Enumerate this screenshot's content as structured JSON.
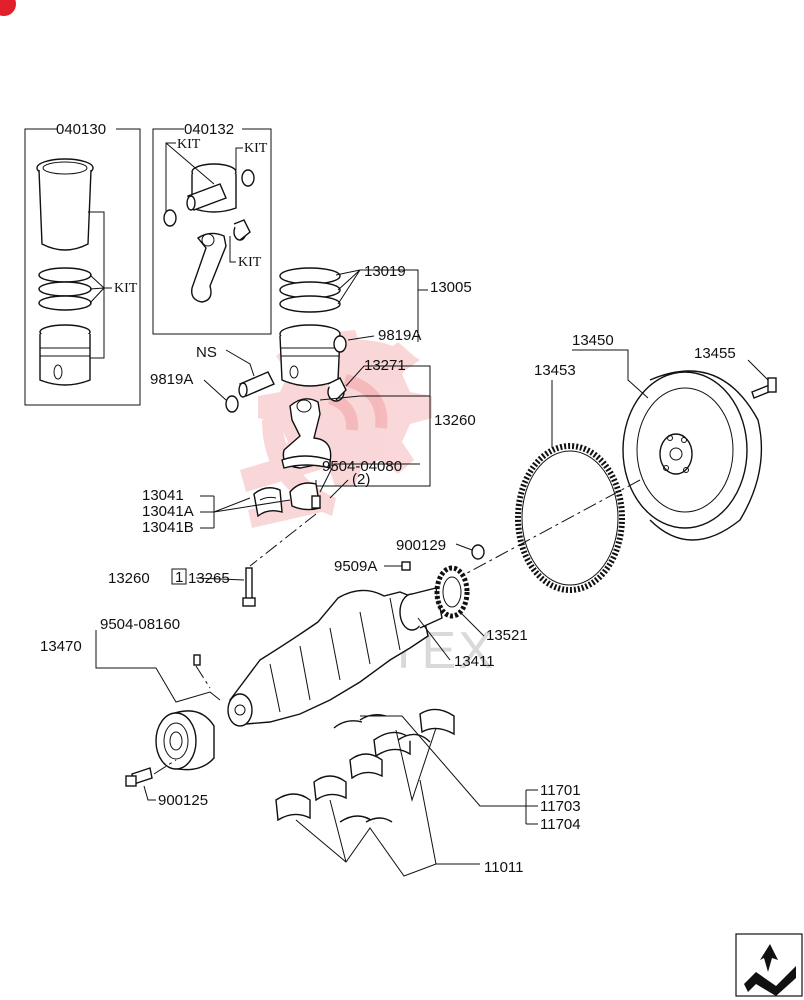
{
  "watermark": "MOTEX",
  "labels": {
    "p040130": "040130",
    "p040132": "040132",
    "kit": "KIT",
    "p13019": "13019",
    "p13005": "13005",
    "p9819A": "9819A",
    "ns": "NS",
    "p13271": "13271",
    "p13260": "13260",
    "p9504_04080": "9504-04080",
    "qty2": "(2)",
    "p13041": "13041",
    "p13041A": "13041A",
    "p13041B": "13041B",
    "p13265": "13265",
    "p13470": "13470",
    "p9504_08160": "9504-08160",
    "p900125": "900125",
    "p9509A": "9509A",
    "p900129": "900129",
    "p13521": "13521",
    "p13411": "13411",
    "p13450": "13450",
    "p13453": "13453",
    "p13455": "13455",
    "p11701": "11701",
    "p11703": "11703",
    "p11704": "11704",
    "p11011": "11011"
  },
  "colors": {
    "ink": "#111111",
    "watermark_red": "#e8474f",
    "corner_badge": "#e2202c"
  },
  "icons": {
    "nav_arrow": "turn-arrow-icon"
  }
}
